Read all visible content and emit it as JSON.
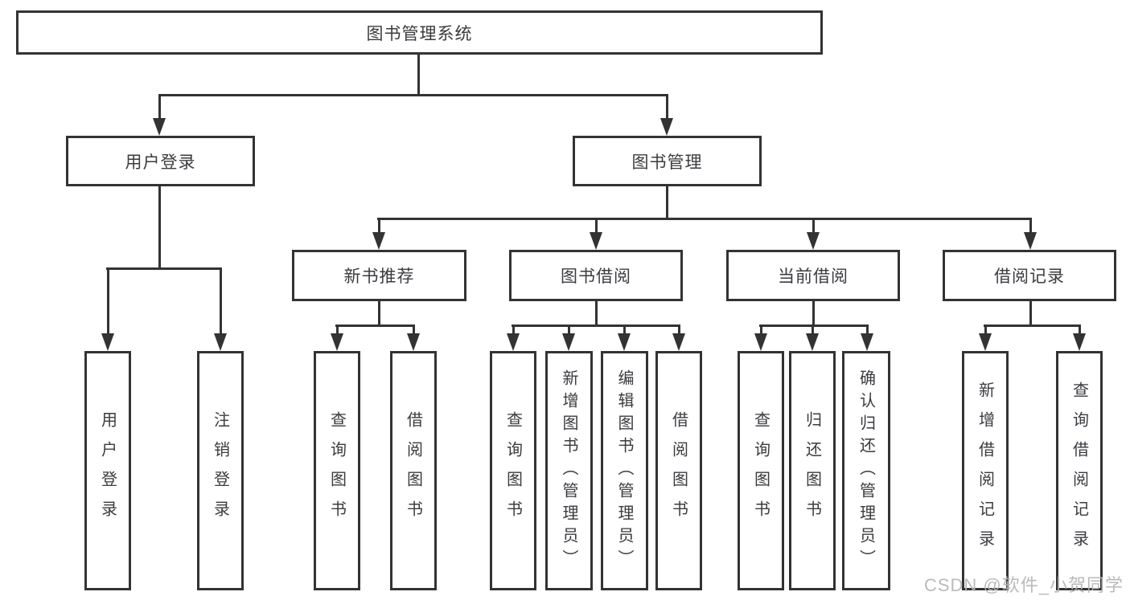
{
  "colors": {
    "line": "#333333",
    "box_border": "#333333",
    "text": "#3b3b40",
    "watermark": "#b5b5b5",
    "background": "#ffffff"
  },
  "watermark": {
    "text": "CSDN @软件_小贺同学"
  },
  "tree": {
    "root": {
      "label": "图书管理系统",
      "children": [
        {
          "label": "用户登录",
          "children": [
            {
              "label": "用户登录"
            },
            {
              "label": "注销登录"
            }
          ]
        },
        {
          "label": "图书管理",
          "children": [
            {
              "label": "新书推荐",
              "children": [
                {
                  "label": "查询图书"
                },
                {
                  "label": "借阅图书"
                }
              ]
            },
            {
              "label": "图书借阅",
              "children": [
                {
                  "label": "查询图书"
                },
                {
                  "label": "新增图书（管理员）"
                },
                {
                  "label": "编辑图书（管理员）"
                },
                {
                  "label": "借阅图书"
                }
              ]
            },
            {
              "label": "当前借阅",
              "children": [
                {
                  "label": "查询图书"
                },
                {
                  "label": "归还图书"
                },
                {
                  "label": "确认归还（管理员）"
                }
              ]
            },
            {
              "label": "借阅记录",
              "children": [
                {
                  "label": "新增借阅记录"
                },
                {
                  "label": "查询借阅记录"
                }
              ]
            }
          ]
        }
      ]
    }
  }
}
